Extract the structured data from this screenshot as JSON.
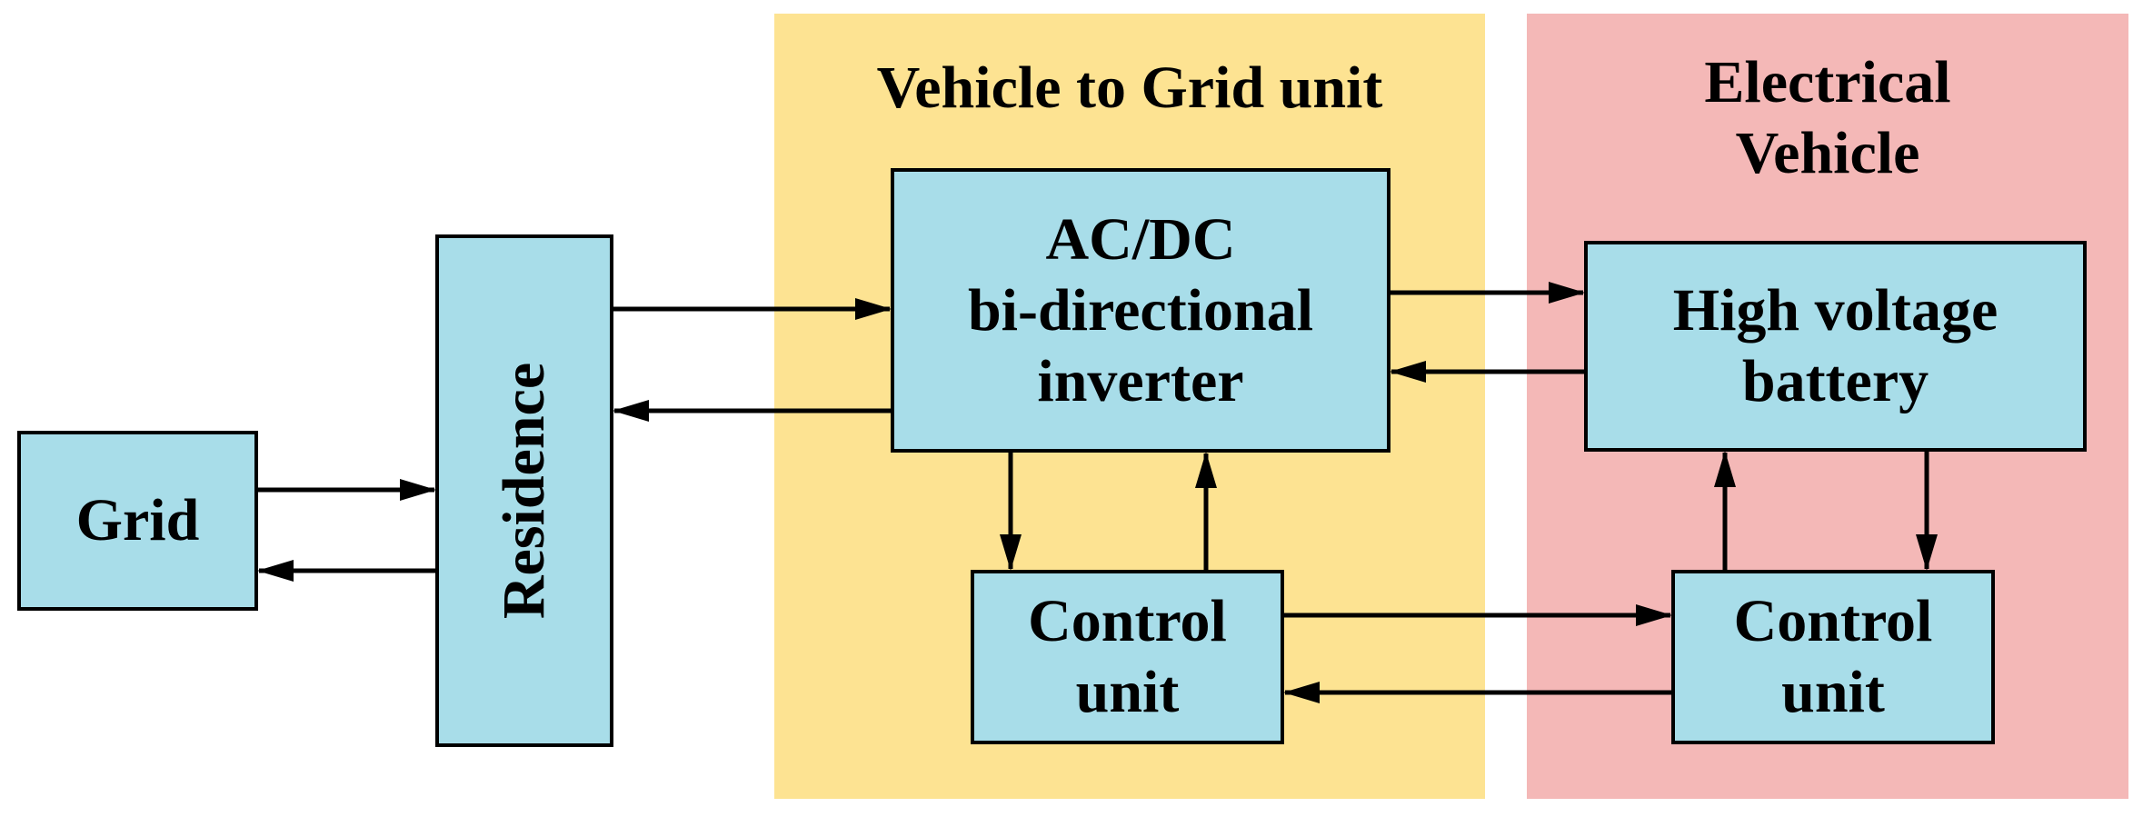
{
  "regions": {
    "v2g": {
      "title": "Vehicle to Grid unit",
      "color": "#fde392"
    },
    "ev": {
      "title_line1": "Electrical",
      "title_line2": "Vehicle",
      "color": "#f4b8b7"
    }
  },
  "blocks": {
    "grid": {
      "label": "Grid"
    },
    "residence": {
      "label": "Residence"
    },
    "inverter": {
      "line1": "AC/DC",
      "line2": "bi-directional",
      "line3": "inverter"
    },
    "control_unit_v2g": {
      "line1": "Control",
      "line2": "unit"
    },
    "battery": {
      "line1": "High voltage",
      "line2": "battery"
    },
    "control_unit_ev": {
      "line1": "Control",
      "line2": "unit"
    }
  },
  "block_color": "#a8dde9",
  "connections": [
    {
      "from": "Grid",
      "to": "Residence"
    },
    {
      "from": "Residence",
      "to": "Grid"
    },
    {
      "from": "Residence",
      "to": "AC/DC bi-directional inverter"
    },
    {
      "from": "AC/DC bi-directional inverter",
      "to": "Residence"
    },
    {
      "from": "AC/DC bi-directional inverter",
      "to": "High voltage battery"
    },
    {
      "from": "High voltage battery",
      "to": "AC/DC bi-directional inverter"
    },
    {
      "from": "AC/DC bi-directional inverter",
      "to": "Control unit (V2G)"
    },
    {
      "from": "Control unit (V2G)",
      "to": "AC/DC bi-directional inverter"
    },
    {
      "from": "Control unit (V2G)",
      "to": "Control unit (EV)"
    },
    {
      "from": "Control unit (EV)",
      "to": "Control unit (V2G)"
    },
    {
      "from": "Control unit (EV)",
      "to": "High voltage battery"
    },
    {
      "from": "High voltage battery",
      "to": "Control unit (EV)"
    }
  ]
}
